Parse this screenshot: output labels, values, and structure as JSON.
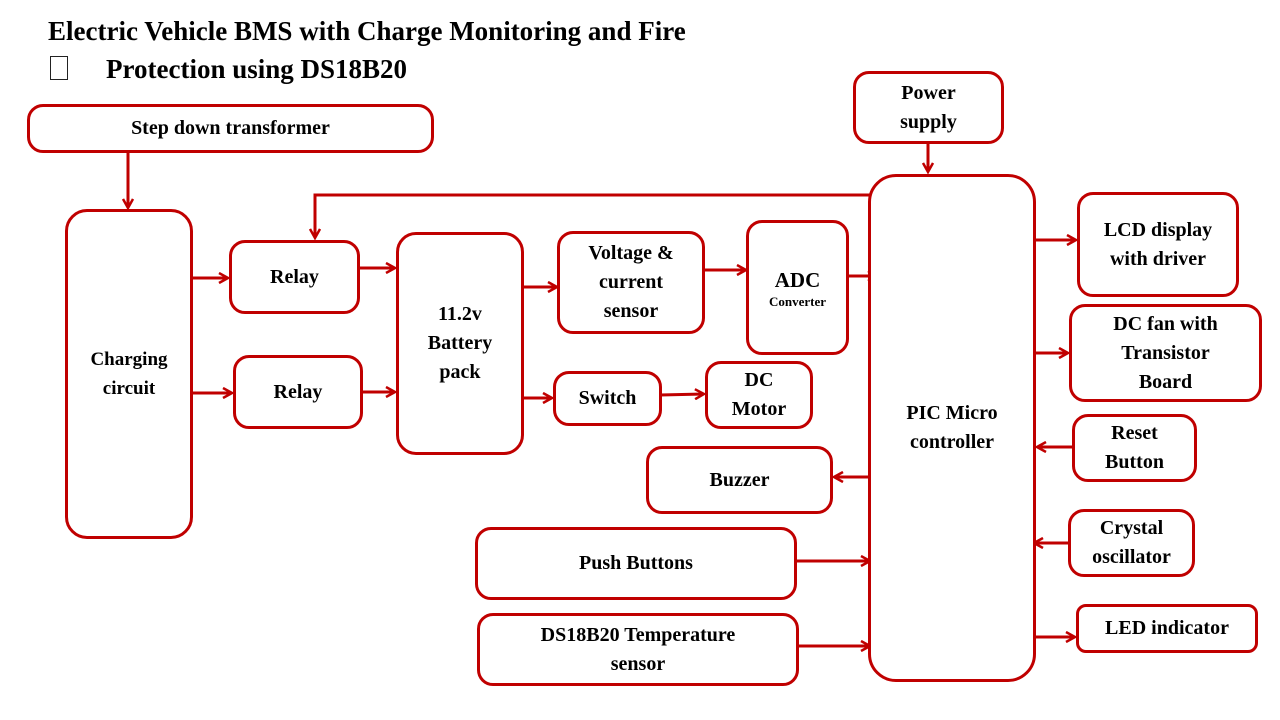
{
  "title": {
    "line1": "Electric Vehicle BMS with Charge Monitoring and Fire",
    "line2": "Protection using DS18B20"
  },
  "blocks": {
    "step_down_transformer": "Step down transformer",
    "power_supply": [
      "Power",
      "supply"
    ],
    "charging_circuit": [
      "Charging",
      "circuit"
    ],
    "relay_top": "Relay",
    "relay_bottom": "Relay",
    "battery_pack": [
      "11.2v",
      "Battery",
      "pack"
    ],
    "voltage_current_sensor": [
      "Voltage &",
      "current",
      "sensor"
    ],
    "adc": {
      "label": "ADC",
      "sublabel": "Converter"
    },
    "switch": "Switch",
    "dc_motor": [
      "DC",
      "Motor"
    ],
    "buzzer": "Buzzer",
    "push_buttons": "Push Buttons",
    "temperature_sensor": [
      "DS18B20 Temperature",
      "sensor"
    ],
    "pic_microcontroller": [
      "PIC Micro",
      "controller"
    ],
    "lcd_display": [
      "LCD display",
      "with driver"
    ],
    "dc_fan": [
      "DC fan with",
      "Transistor",
      "Board"
    ],
    "reset_button": [
      "Reset",
      "Button"
    ],
    "crystal_oscillator": [
      "Crystal",
      "oscillator"
    ],
    "led_indicator": "LED indicator"
  },
  "colors": {
    "accent": "#c00000",
    "text": "#000000",
    "background": "#ffffff"
  }
}
